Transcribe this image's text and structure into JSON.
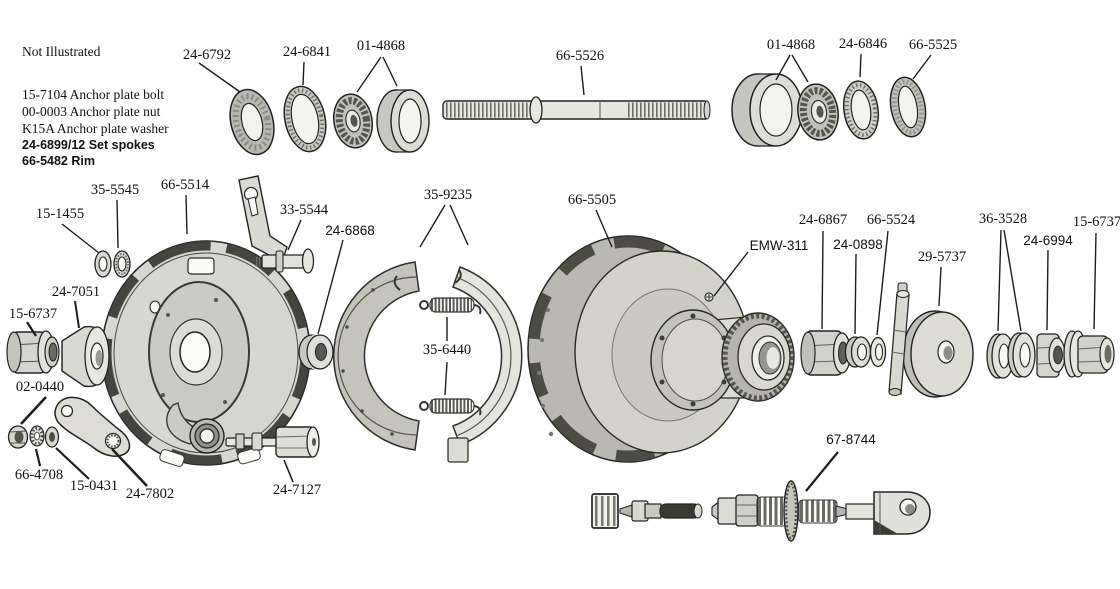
{
  "not_illustrated": {
    "heading": "Not Illustrated",
    "items": [
      "15-7104 Anchor plate bolt",
      "00-0003 Anchor plate nut",
      "K15A Anchor plate washer",
      "24-6899/12 Set spokes",
      "66-5482 Rim"
    ]
  },
  "labels": {
    "l_24_6792": "24-6792",
    "l_24_6841": "24-6841",
    "l_01_4868_a": "01-4868",
    "l_66_5526": "66-5526",
    "l_01_4868_b": "01-4868",
    "l_24_6846": "24-6846",
    "l_66_5525": "66-5525",
    "l_35_5545": "35-5545",
    "l_15_1455": "15-1455",
    "l_66_5514": "66-5514",
    "l_33_5544": "33-5544",
    "l_24_6868": "24-6868",
    "l_35_9235": "35-9235",
    "l_66_5505": "66-5505",
    "l_24_7051": "24-7051",
    "l_15_6737_left": "15-6737",
    "l_02_0440": "02-0440",
    "l_66_4708": "66-4708",
    "l_15_0431": "15-0431",
    "l_24_7802": "24-7802",
    "l_24_7127": "24-7127",
    "l_35_6440": "35-6440",
    "l_emw_311": "EMW-311",
    "l_24_6867": "24-6867",
    "l_24_0898": "24-0898",
    "l_66_5524": "66-5524",
    "l_29_5737": "29-5737",
    "l_36_3528": "36-3528",
    "l_24_6994": "24-6994",
    "l_15_6737_right": "15-6737",
    "l_67_8744": "67-8744"
  }
}
